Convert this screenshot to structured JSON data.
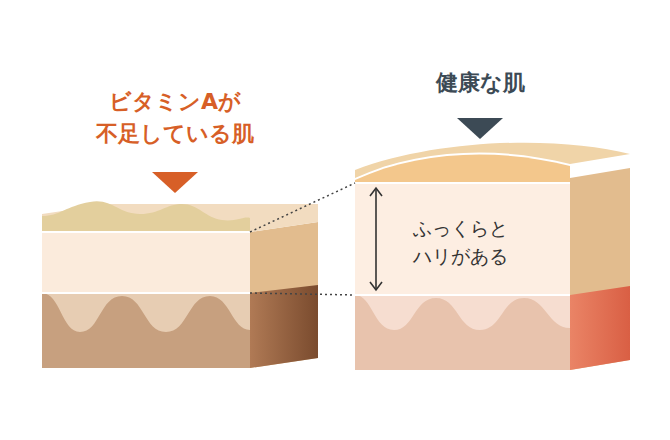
{
  "diagram": {
    "labels": [
      "ビタミンAが 不足している肌",
      "健康な肌",
      "ふっくらと ハリがある"
    ]
  }
}
